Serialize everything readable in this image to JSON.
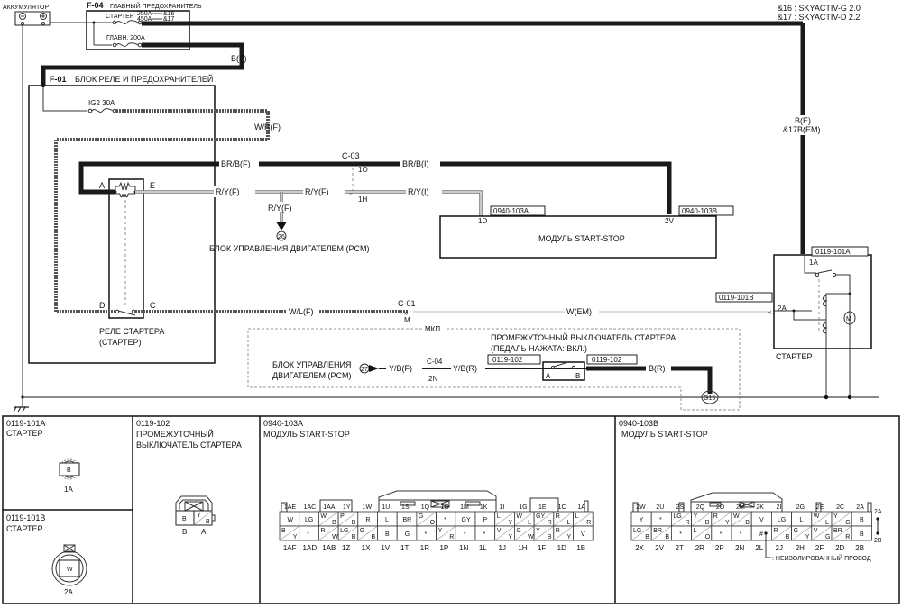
{
  "legend": {
    "line1": "&16 : SKYACTIV-G 2.0",
    "line2": "&17 : SKYACTIV-D 2.2"
  },
  "battery": {
    "label": "АККУМУЛЯТОР",
    "minus": "⊖",
    "plus": "⊕"
  },
  "main_fuse": {
    "code": "F-04",
    "title": "ГЛАВНЫЙ ПРЕДОХРАНИТЕЛЬ",
    "starter_label": "СТАРТЕР",
    "rating1": "250A",
    "rating1_ref": "&16",
    "rating2": "450A",
    "rating2_ref": "&17",
    "main_label": "ГЛАВН. 200A"
  },
  "relay_box": {
    "code": "F-01",
    "title": "БЛОК РЕЛЕ И ПРЕДОХРАНИТЕЛЕЙ",
    "fuse_ig2": "IG2 30A",
    "relay_label_1": "РЕЛЕ СТАРТЕРА",
    "relay_label_2": "(СТАРТЕР)",
    "pin_a": "A",
    "pin_e": "E",
    "pin_d": "D",
    "pin_c": "C"
  },
  "wires": {
    "bf": "B(F)",
    "wrf": "W/R(F)",
    "brbf": "BR/B(F)",
    "brbi": "BR/B(I)",
    "ryf1": "R/Y(F)",
    "ryf2": "R/Y(F)",
    "ryf3": "R/Y(F)",
    "ryi": "R/Y(I)",
    "wlf": "W/L(F)",
    "wem": "W(EM)",
    "be": "B(E)",
    "b17": "&17B(EM)",
    "ybf": "Y/B(F)",
    "ybr": "Y/B(R)",
    "br": "B(R)"
  },
  "connectors": {
    "c03": "C-03",
    "c03_pin1": "1O",
    "c03_pin2": "1H",
    "c01": "C-01",
    "c01_pin": "M",
    "c04": "C-04",
    "c04_pin": "2N",
    "pcm26": "26",
    "pcm27": "27",
    "g15": "G15",
    "mkp": "МКП"
  },
  "pcm_label": "БЛОК УПРАВЛЕНИЯ ДВИГАТЕЛЕМ (PCM)",
  "pcm_label_1": "БЛОК УПРАВЛЕНИЯ",
  "pcm_label_2": "ДВИГАТЕЛЕМ (PCM)",
  "start_stop": {
    "title": "МОДУЛЬ START-STOP",
    "conn_a": "0940-103A",
    "conn_b": "0940-103B",
    "pin_1d": "1D",
    "pin_2v": "2V"
  },
  "starter": {
    "title": "СТАРТЕР",
    "conn_a": "0119-101A",
    "conn_b": "0119-101B",
    "pin_1a": "1A",
    "pin_2a": "2A",
    "motor": "M"
  },
  "interlock": {
    "title_1": "ПРОМЕЖУТОЧНЫЙ ВЫКЛЮЧАТЕЛЬ СТАРТЕРА",
    "title_2": "(ПЕДАЛЬ НАЖАТА: ВКЛ.)",
    "conn_left": "0119-102",
    "conn_right": "0119-102",
    "pin_a": "A",
    "pin_b": "B"
  },
  "panels": {
    "p1": {
      "code": "0119-101A",
      "name": "СТАРТЕР",
      "pin": "1A",
      "cell": "B"
    },
    "p2": {
      "code": "0119-101B",
      "name": "СТАРТЕР",
      "pin": "2A",
      "cell": "W"
    },
    "p3": {
      "code": "0119-102",
      "name1": "ПРОМЕЖУТОЧНЫЙ",
      "name2": "ВЫКЛЮЧАТЕЛЬ СТАРТЕРА",
      "cell_b": "B",
      "cell_y": "Y",
      "cell_b2": "B",
      "pin_b": "B",
      "pin_a": "A"
    },
    "p4": {
      "code": "0940-103A",
      "name": "МОДУЛЬ START-STOP",
      "top_labels": [
        "1AE",
        "1AC",
        "1AA",
        "1Y",
        "1W",
        "1U",
        "1S",
        "1Q",
        "1O",
        "1M",
        "1K",
        "1I",
        "1G",
        "1E",
        "1C",
        "1A"
      ],
      "row1": [
        [
          "W",
          ""
        ],
        [
          "LG",
          ""
        ],
        [
          "W",
          "B"
        ],
        [
          "P",
          "B"
        ],
        [
          "R",
          ""
        ],
        [
          "L",
          ""
        ],
        [
          "BR",
          ""
        ],
        [
          "G",
          "O"
        ],
        [
          "*",
          ""
        ],
        [
          "GY",
          ""
        ],
        [
          "P",
          ""
        ],
        [
          "L",
          "Y"
        ],
        [
          "W",
          "L"
        ],
        [
          "GY",
          "R"
        ],
        [
          "R",
          "L"
        ],
        [
          "L",
          "R"
        ]
      ],
      "row2": [
        [
          "B",
          "Y"
        ],
        [
          "*",
          ""
        ],
        [
          "R",
          "W"
        ],
        [
          "LG",
          "B"
        ],
        [
          "G",
          "B"
        ],
        [
          "B",
          ""
        ],
        [
          "G",
          ""
        ],
        [
          "*",
          ""
        ],
        [
          "Y",
          "R"
        ],
        [
          "*",
          ""
        ],
        [
          "*",
          ""
        ],
        [
          "V",
          "Y"
        ],
        [
          "G",
          "W"
        ],
        [
          "Y",
          "B"
        ],
        [
          "R",
          "Y"
        ],
        [
          "V",
          ""
        ]
      ],
      "bottom_labels": [
        "1AF",
        "1AD",
        "1AB",
        "1Z",
        "1X",
        "1V",
        "1T",
        "1R",
        "1P",
        "1N",
        "1L",
        "1J",
        "1H",
        "1F",
        "1D",
        "1B"
      ]
    },
    "p5": {
      "code": "0940-103B",
      "name": "МОДУЛЬ START-STOP",
      "top_labels": [
        "2W",
        "2U",
        "2S",
        "2Q",
        "2O",
        "2M",
        "2K",
        "2I",
        "2G",
        "2E",
        "2C",
        "2A"
      ],
      "row1": [
        [
          "Y",
          ""
        ],
        [
          "*",
          ""
        ],
        [
          "LG",
          "R"
        ],
        [
          "Y",
          "B"
        ],
        [
          "R",
          "Y"
        ],
        [
          "W",
          "B"
        ],
        [
          "V",
          ""
        ],
        [
          "LG",
          ""
        ],
        [
          "L",
          ""
        ],
        [
          "W",
          "L"
        ],
        [
          "Y",
          "G"
        ],
        [
          "B",
          ""
        ]
      ],
      "row2": [
        [
          "LG",
          "B"
        ],
        [
          "BR",
          "B"
        ],
        [
          "*",
          ""
        ],
        [
          "L",
          "O"
        ],
        [
          "*",
          ""
        ],
        [
          "*",
          ""
        ],
        [
          "#",
          ""
        ],
        [
          "R",
          "B"
        ],
        [
          "G",
          "Y"
        ],
        [
          "V",
          "G"
        ],
        [
          "BR",
          "R"
        ],
        [
          "B",
          ""
        ]
      ],
      "bottom_labels": [
        "2X",
        "2V",
        "2T",
        "2R",
        "2P",
        "2N",
        "2L",
        "2J",
        "2H",
        "2F",
        "2D",
        "2B"
      ],
      "side_top": "2A",
      "side_bottom": "2B",
      "note": ": НЕИЗОЛИРОВАННЫЙ ПРОВОД"
    }
  }
}
